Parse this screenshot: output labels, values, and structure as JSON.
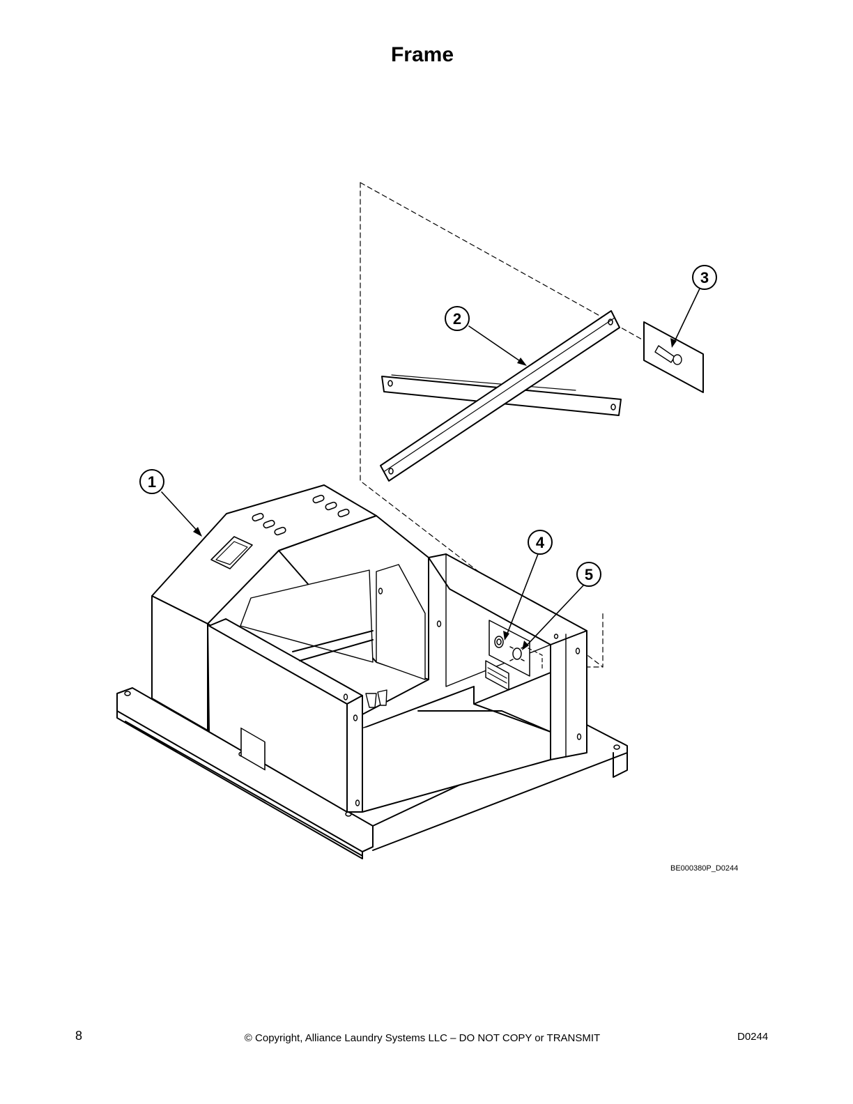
{
  "page": {
    "title": "Frame",
    "figure_id": "BE000380P_D0244",
    "page_number": "8",
    "copyright": "© Copyright, Alliance Laundry Systems LLC – DO NOT COPY or TRANSMIT",
    "doc_id": "D0244"
  },
  "callouts": [
    {
      "label": "1"
    },
    {
      "label": "2"
    },
    {
      "label": "3"
    },
    {
      "label": "4"
    },
    {
      "label": "5"
    }
  ]
}
